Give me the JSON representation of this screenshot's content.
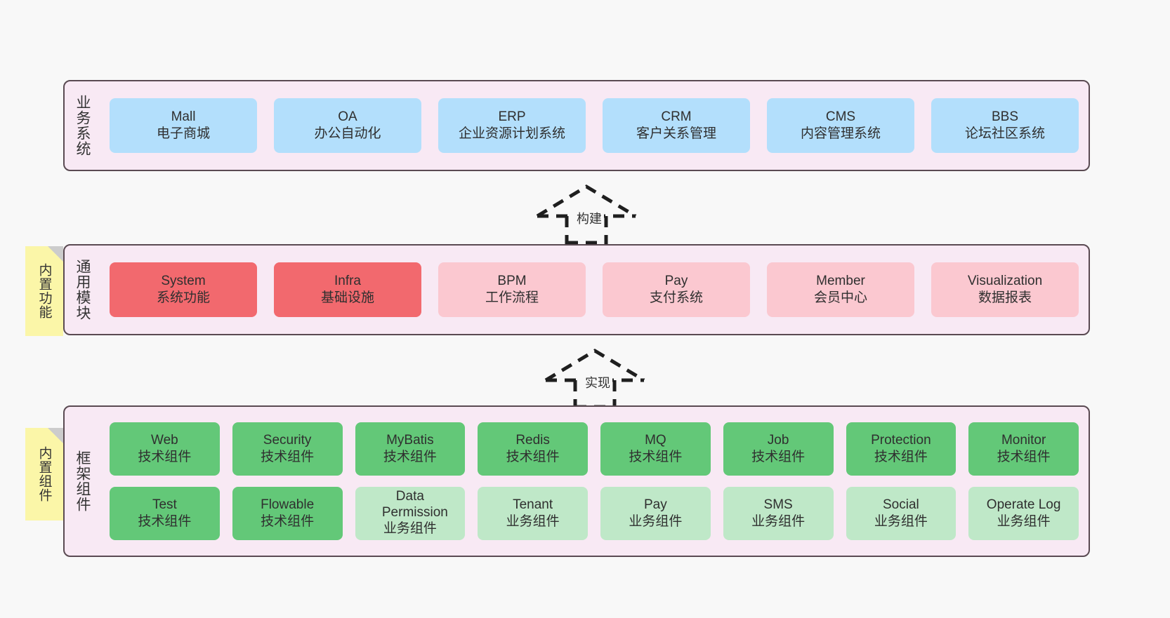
{
  "diagram": {
    "layers": [
      {
        "id": "business-systems",
        "label": "业务系统",
        "rows": [
          {
            "cards": [
              {
                "name": "Mall",
                "sub": "电子商城",
                "color": "blue"
              },
              {
                "name": "OA",
                "sub": "办公自动化",
                "color": "blue"
              },
              {
                "name": "ERP",
                "sub": "企业资源计划系统",
                "color": "blue"
              },
              {
                "name": "CRM",
                "sub": "客户关系管理",
                "color": "blue"
              },
              {
                "name": "CMS",
                "sub": "内容管理系统",
                "color": "blue"
              },
              {
                "name": "BBS",
                "sub": "论坛社区系统",
                "color": "blue"
              }
            ]
          }
        ]
      },
      {
        "id": "common-modules",
        "label": "通用模块",
        "sticky": "内置功能",
        "rows": [
          {
            "cards": [
              {
                "name": "System",
                "sub": "系统功能",
                "color": "red"
              },
              {
                "name": "Infra",
                "sub": "基础设施",
                "color": "red"
              },
              {
                "name": "BPM",
                "sub": "工作流程",
                "color": "pink"
              },
              {
                "name": "Pay",
                "sub": "支付系统",
                "color": "pink"
              },
              {
                "name": "Member",
                "sub": "会员中心",
                "color": "pink"
              },
              {
                "name": "Visualization",
                "sub": "数据报表",
                "color": "pink"
              }
            ]
          }
        ]
      },
      {
        "id": "framework-components",
        "label": "框架组件",
        "sticky": "内置组件",
        "rows": [
          {
            "cards": [
              {
                "name": "Web",
                "sub": "技术组件",
                "color": "green"
              },
              {
                "name": "Security",
                "sub": "技术组件",
                "color": "green"
              },
              {
                "name": "MyBatis",
                "sub": "技术组件",
                "color": "green"
              },
              {
                "name": "Redis",
                "sub": "技术组件",
                "color": "green"
              },
              {
                "name": "MQ",
                "sub": "技术组件",
                "color": "green"
              },
              {
                "name": "Job",
                "sub": "技术组件",
                "color": "green"
              },
              {
                "name": "Protection",
                "sub": "技术组件",
                "color": "green"
              },
              {
                "name": "Monitor",
                "sub": "技术组件",
                "color": "green"
              }
            ]
          },
          {
            "cards": [
              {
                "name": "Test",
                "sub": "技术组件",
                "color": "green"
              },
              {
                "name": "Flowable",
                "sub": "技术组件",
                "color": "green"
              },
              {
                "name": "Data Permission",
                "sub": "业务组件",
                "color": "lightgreen"
              },
              {
                "name": "Tenant",
                "sub": "业务组件",
                "color": "lightgreen"
              },
              {
                "name": "Pay",
                "sub": "业务组件",
                "color": "lightgreen"
              },
              {
                "name": "SMS",
                "sub": "业务组件",
                "color": "lightgreen"
              },
              {
                "name": "Social",
                "sub": "业务组件",
                "color": "lightgreen"
              },
              {
                "name": "Operate Log",
                "sub": "业务组件",
                "color": "lightgreen"
              }
            ]
          }
        ]
      }
    ],
    "connectors": [
      {
        "id": "build",
        "label": "构建"
      },
      {
        "id": "implement",
        "label": "实现"
      }
    ],
    "colors": {
      "blue": "#b3dffc",
      "red": "#f2696e",
      "pink": "#fbc8d0",
      "green": "#63c878",
      "lightgreen": "#bfe8c8",
      "sticky": "#fbf6a8",
      "container": "#f8e9f4",
      "border": "#5a4a52",
      "canvas": "#f8f8f8"
    }
  }
}
